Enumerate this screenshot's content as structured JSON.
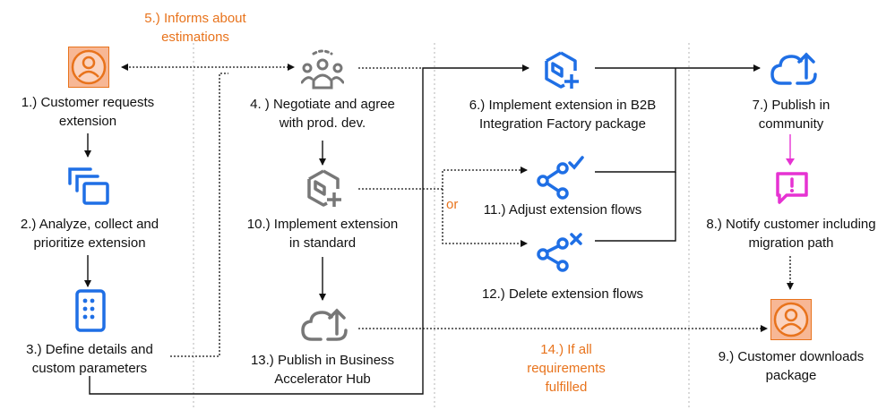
{
  "colors": {
    "text": "#111111",
    "accent_orange": "#e8731c",
    "icon_blue": "#1f6fe5",
    "icon_gray": "#777777",
    "icon_magenta": "#e632d2",
    "person_fill": "#f2a885",
    "person_stroke": "#e8731c",
    "separator": "#b5b5b5"
  },
  "steps": {
    "s1": "1.) Customer requests extension",
    "s2": "2.) Analyze, collect and prioritize extension",
    "s3": "3.) Define details and custom parameters",
    "s4": "4. ) Negotiate and agree with prod. dev.",
    "s5": "5.) Informs about estimations",
    "s6": "6.) Implement extension in B2B Integration Factory package",
    "s7": "7.) Publish in community",
    "s8": "8.) Notify customer including migration path",
    "s9": "9.) Customer downloads package",
    "s10": "10.) Implement extension in standard",
    "s11": "11.) Adjust extension flows",
    "s12": "12.) Delete extension flows",
    "s13": "13.) Publish in Business Accelerator Hub",
    "s14": "14.) If all requirements fulfilled"
  },
  "connector_or": "or",
  "icons": {
    "s1": "customer-person-icon",
    "s2": "stacked-cards-icon",
    "s3": "document-list-icon",
    "s4": "people-meeting-icon",
    "s6": "extension-add-icon",
    "s7": "cloud-upload-icon",
    "s8": "message-alert-icon",
    "s9": "customer-person-icon",
    "s10": "extension-add-icon",
    "s11": "flow-check-icon",
    "s12": "flow-delete-icon",
    "s13": "cloud-upload-icon"
  }
}
